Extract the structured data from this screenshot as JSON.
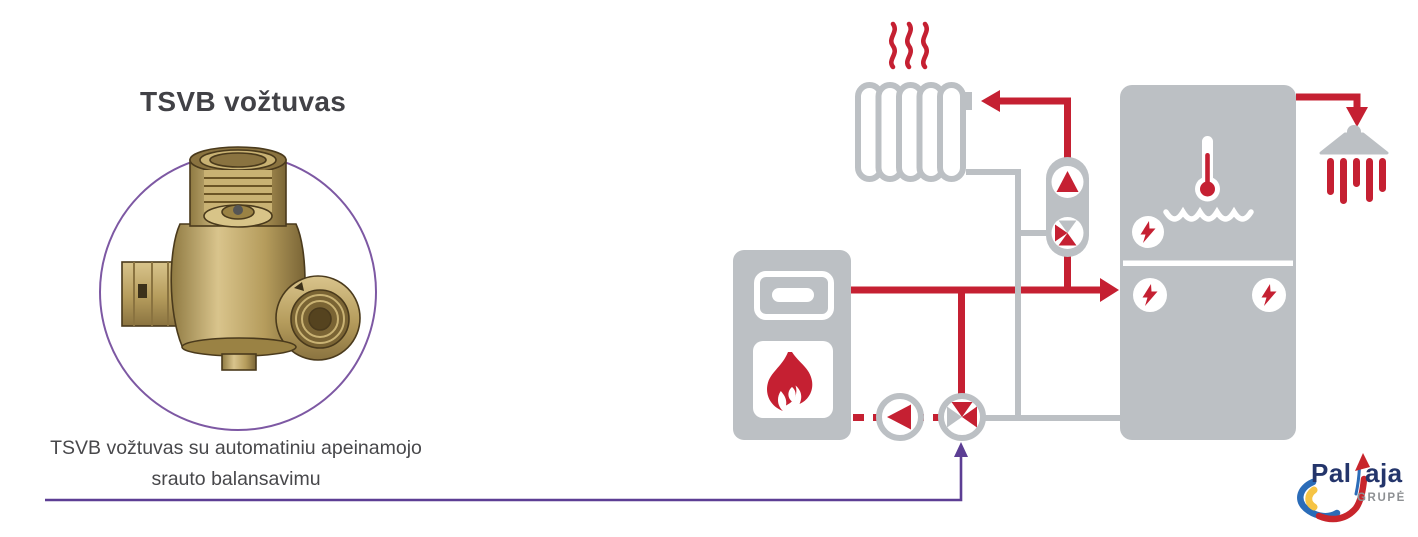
{
  "left_panel": {
    "title": "TSVB vožtuvas",
    "caption": {
      "line1": "TSVB vožtuvas su automatiniu apeinamojo",
      "line2": "srauto balansavimu"
    }
  },
  "diagram": {
    "icons": [
      "heat-waves-icon",
      "radiator-icon",
      "pump-icon",
      "three-way-valve-icon",
      "boiler-icon",
      "boiler-display-icon",
      "flame-icon",
      "tank-icon",
      "thermometer-icon",
      "water-level-icon",
      "lightning-icon",
      "shower-icon",
      "flow-arrow-icon",
      "pointer-arrow-icon"
    ],
    "lightning_badge_count": 3
  },
  "logo": {
    "name_part1": "Pal",
    "name_part2": "aja",
    "subtitle": "GRUPĖ"
  },
  "colors": {
    "pipe_red": "#c52032",
    "equipment_gray": "#bcc0c4",
    "pointer_purple": "#5c3e94",
    "circle_purple": "#7d58a3",
    "heading_text": "#414146",
    "caption_text": "#48484b",
    "logo_navy": "#24356b",
    "logo_blue": "#2b6cb8",
    "logo_red": "#c8252c",
    "logo_yellow": "#f6c445",
    "logo_gray": "#8d9093",
    "brass_light": "#d9c48c",
    "brass_mid": "#b59c5c",
    "brass_dark": "#7a6536"
  }
}
